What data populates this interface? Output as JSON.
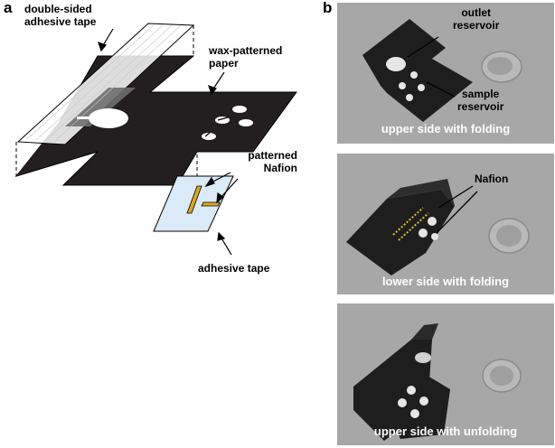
{
  "panel_a": {
    "letter": "a",
    "labels": {
      "double_sided_tape": [
        "double-sided",
        "adhesive tape"
      ],
      "wax_paper": [
        "wax-patterned",
        "paper"
      ],
      "patterned_nafion": [
        "patterned",
        "Nafion"
      ],
      "adhesive_tape": "adhesive tape"
    }
  },
  "panel_b": {
    "letter": "b",
    "photos": [
      {
        "caption": "upper side with folding",
        "labels": {
          "outlet_reservoir": [
            "outlet",
            "reservoir"
          ],
          "sample_reservoir": [
            "sample",
            "reservoir"
          ]
        }
      },
      {
        "caption": "lower side with folding",
        "labels": {
          "nafion": "Nafion"
        }
      },
      {
        "caption": "upper side with unfolding"
      }
    ]
  },
  "colors": {
    "paper": "#231f20",
    "tape_fill": "#ffffff",
    "adhesive_tape_fill": "#dbeaf7",
    "nafion": "#d6a726",
    "photo_bg": "#a7a7a7",
    "coin": "#b9b9b9"
  }
}
